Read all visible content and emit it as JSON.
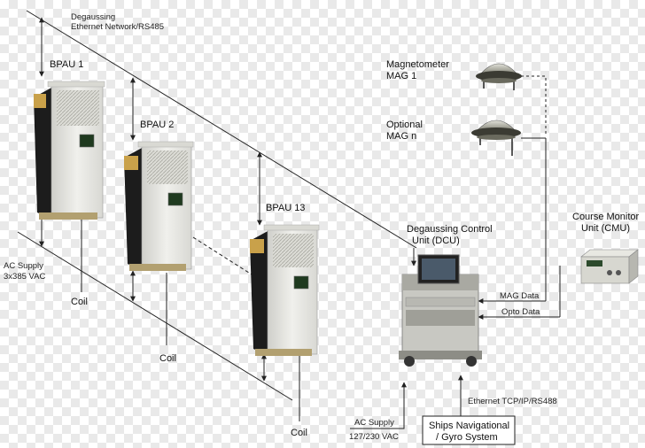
{
  "labels": {
    "degaussing_line1": "Degaussing",
    "degaussing_line2": "Ethernet Network/RS485",
    "bpau1": "BPAU 1",
    "bpau2": "BPAU 2",
    "bpau13": "BPAU 13",
    "ac_supply_left_line1": "AC Supply",
    "ac_supply_left_line2": "3x385 VAC",
    "coil1": "Coil",
    "coil2": "Coil",
    "coil3": "Coil",
    "magnetometer_line1": "Magnetometer",
    "magnetometer_line2": "MAG 1",
    "optional_line1": "Optional",
    "optional_line2": "MAG n",
    "dcu_line1": "Degaussing Control",
    "dcu_line2": "Unit (DCU)",
    "cmu_line1": "Course Monitor",
    "cmu_line2": "Unit (CMU)",
    "mag_data": "MAG Data",
    "opto_data": "Opto Data",
    "ethernet": "Ethernet TCP/IP/RS488",
    "ac_supply_bottom_line1": "AC Supply",
    "ac_supply_bottom_line2": "127/230 VAC",
    "ships_line1": "Ships Navigational",
    "ships_line2": "/ Gyro System"
  },
  "colors": {
    "cabinet_body": "#e6e6e2",
    "cabinet_side": "#1c1c1c",
    "cabinet_accent": "#c9a14a",
    "screen": "#1f3a1f",
    "line": "#222222"
  },
  "icons": {
    "cabinet": "power-amplifier-cabinet-icon",
    "magnetometer": "magnetometer-sensor-icon",
    "dcu": "control-unit-console-icon",
    "cmu": "course-monitor-box-icon"
  }
}
